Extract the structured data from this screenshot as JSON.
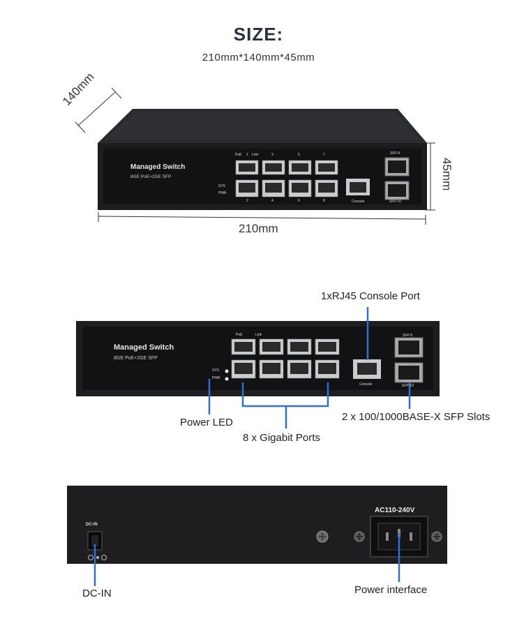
{
  "header": {
    "title": "SIZE:",
    "dimensions": "210mm*140mm*45mm"
  },
  "dimension_labels": {
    "depth": "140mm",
    "height": "45mm",
    "width": "210mm"
  },
  "front_panel": {
    "model": "Managed Switch",
    "spec": "8GE PoE+2GE SFP",
    "poe_label": "PoE",
    "link_label": "Link",
    "port_top_1": "1",
    "port_top_3": "3",
    "port_top_5": "5",
    "port_top_7": "7",
    "port_bottom_2": "2",
    "port_bottom_4": "4",
    "port_bottom_6": "6",
    "port_bottom_8": "8",
    "sys_led": "SYS",
    "pwr_led": "PWR",
    "console_label": "Console",
    "sfp_9": "SFP-9",
    "sfp_10": "SFP-10"
  },
  "callouts": {
    "console_port": "1xRJ45  Console Port",
    "power_led": "Power LED",
    "gigabit_ports": "8 x Gigabit  Ports",
    "sfp_slots": "2 x 100/1000BASE-X SFP Slots"
  },
  "rear_panel": {
    "dc_in_small": "DC-IN",
    "ac_label": "AC110-240V"
  },
  "rear_callouts": {
    "dc_in": "DC-IN",
    "power_interface": "Power interface"
  },
  "colors": {
    "chassis": "#1f1f22",
    "chassis_top": "#2c2d31",
    "face": "#141416",
    "callout_line": "#2f6fd6",
    "port_metal": "#c9cbce"
  }
}
